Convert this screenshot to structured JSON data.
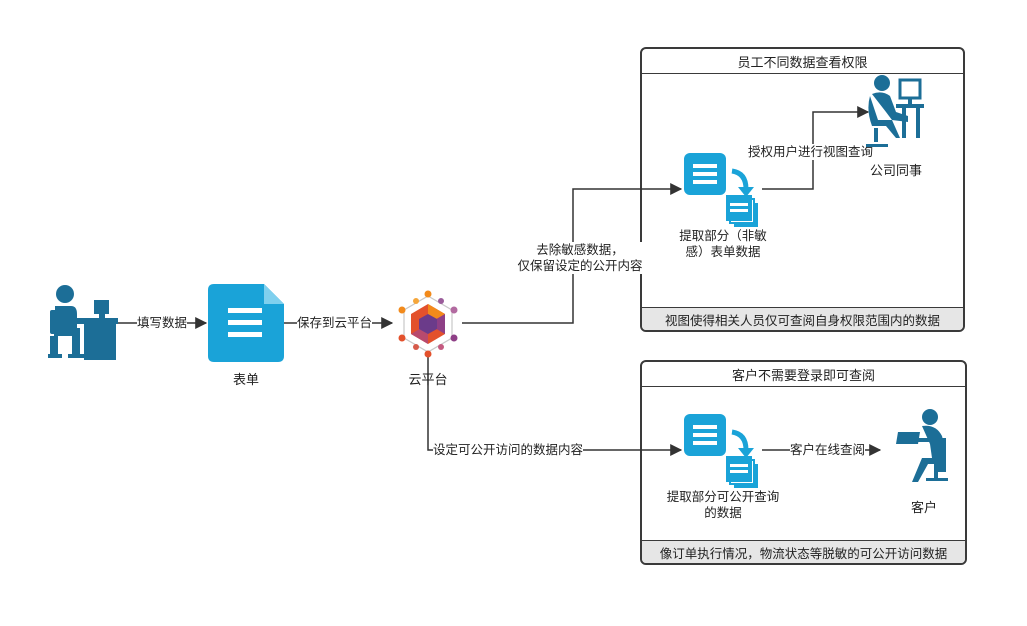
{
  "actors": {
    "filler_label": "",
    "colleague_label": "公司同事",
    "customer_label": "客户"
  },
  "nodes": {
    "form_label": "表单",
    "cloud_label": "云平台",
    "extract_partial_label": "提取部分（非敏感）表单数据",
    "extract_public_label": "提取部分可公开查询的数据"
  },
  "edges": {
    "fill_data": "填写数据",
    "save_cloud": "保存到云平台",
    "remove_sensitive_line1": "去除敏感数据，",
    "remove_sensitive_line2": "仅保留设定的公开内容",
    "set_public": "设定可公开访问的数据内容",
    "authorize_view": "授权用户进行视图查询",
    "customer_online": "客户在线查阅"
  },
  "panels": {
    "employee": {
      "title": "员工不同数据查看权限",
      "footer": "视图使得相关人员仅可查阅自身权限范围内的数据"
    },
    "customer": {
      "title": "客户不需要登录即可查阅",
      "footer": "像订单执行情况，物流状态等脱敏的可公开访问数据"
    }
  },
  "colors": {
    "accent_blue": "#1aa3d8",
    "actor_blue": "#1c6e97",
    "line": "#333333"
  }
}
